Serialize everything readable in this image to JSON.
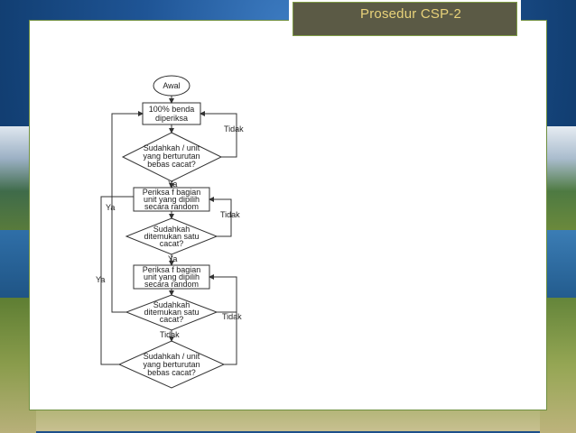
{
  "slide": {
    "title": "Prosedur CSP-2"
  },
  "flowchart": {
    "start": "Awal",
    "step1": [
      "100% benda",
      "diperiksa"
    ],
    "decision1": [
      "Sudahkah / unit",
      "yang berturutan",
      "bebas cacat?"
    ],
    "step2": [
      "Periksa f bagian",
      "unit yang dipilih",
      "secara random"
    ],
    "decision2": [
      "Sudahkah",
      "ditemukan satu",
      "cacat?"
    ],
    "step3": [
      "Periksa f bagian",
      "unit yang dipilih",
      "secara random"
    ],
    "decision3": [
      "Sudahkah",
      "ditemukan satu",
      "cacat?"
    ],
    "decision4": [
      "Sudahkah / unit",
      "yang berturutan",
      "bebas cacat?"
    ],
    "labels": {
      "tidak1": "Tidak",
      "ya1": "Ya",
      "ya_left1": "Ya",
      "tidak2": "Tidak",
      "ya2": "Ya",
      "ya_left2": "Ya",
      "tidak3_right": "Tidak",
      "tidak3_down": "Tidak"
    }
  }
}
